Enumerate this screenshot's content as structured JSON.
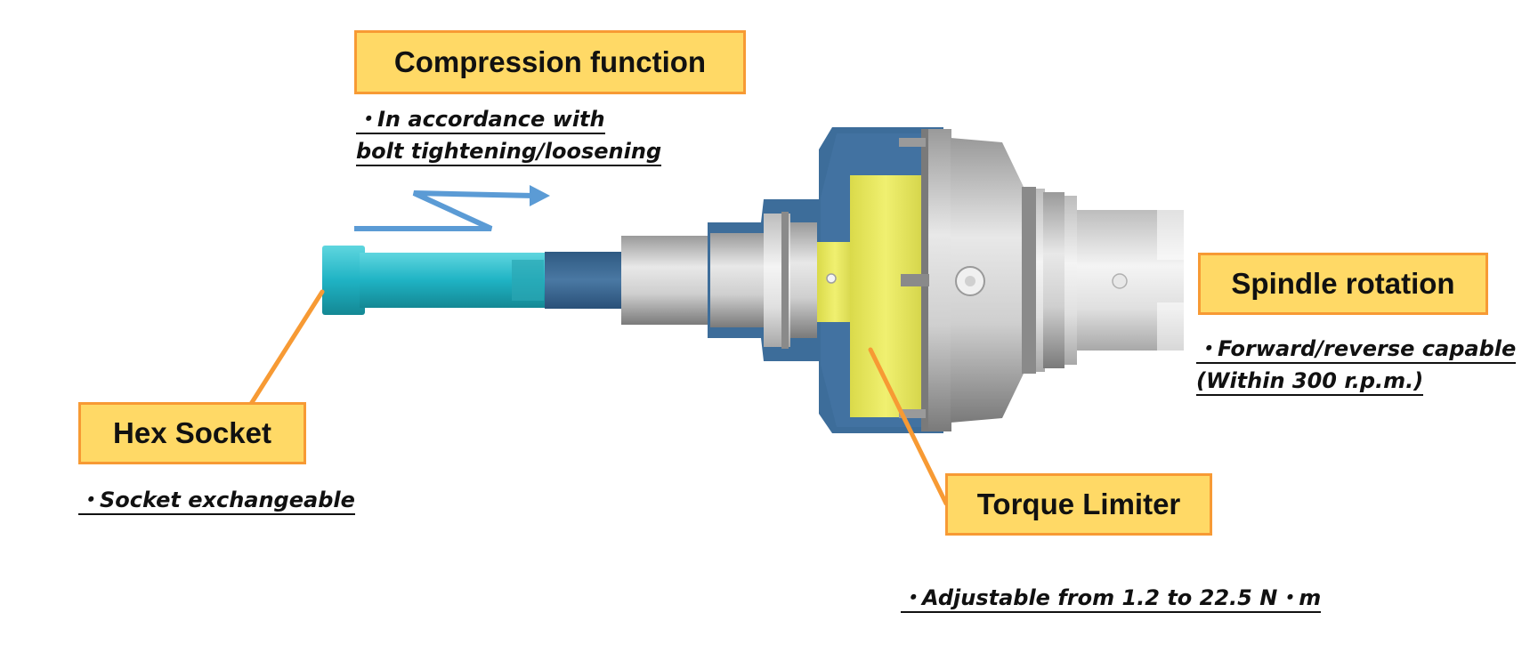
{
  "callouts": {
    "compression": {
      "title": "Compression function",
      "lines": [
        "・In accordance with",
        "bolt tightening/loosening"
      ]
    },
    "spindle": {
      "title": "Spindle rotation",
      "lines": [
        "・Forward/reverse capable",
        " (Within 300 r.p.m.)"
      ]
    },
    "hex": {
      "title": "Hex Socket",
      "lines": [
        "・Socket exchangeable"
      ]
    },
    "torque": {
      "title": "Torque Limiter",
      "lines": [
        "・Adjustable from 1.2 to 22.5 N・m"
      ]
    }
  },
  "colors": {
    "callout_fill": "#ffd966",
    "callout_border": "#f79a34",
    "leader_line": "#f79a34",
    "arrow": "#5b9bd5",
    "socket": "#1fb3c4",
    "housing": "#3d6d9a",
    "limiter": "#e6e65a",
    "metal": "#bfbfbf"
  }
}
